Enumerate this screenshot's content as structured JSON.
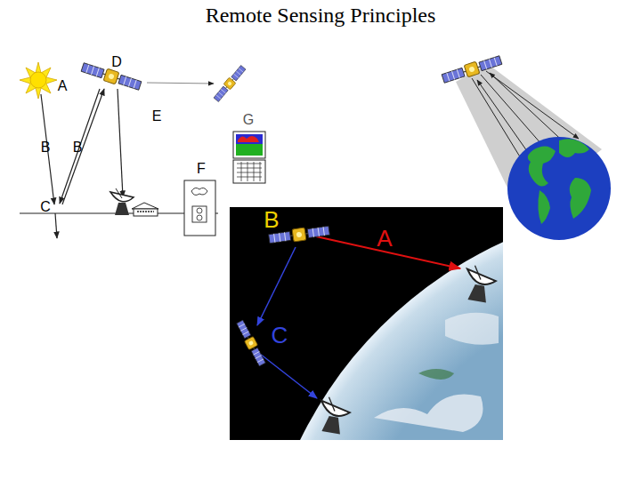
{
  "diagram": {
    "title": "Remote Sensing Principles",
    "labels": [
      "D",
      "A",
      "B",
      "B",
      "C",
      "E",
      "G",
      "F",
      "B",
      "A",
      "C"
    ]
  }
}
